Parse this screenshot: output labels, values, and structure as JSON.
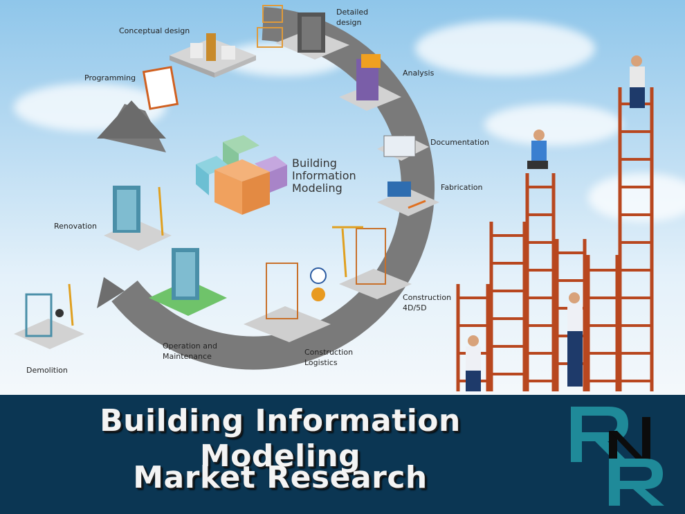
{
  "diagram": {
    "center_title": "Building\nInformation\nModeling",
    "stages": [
      {
        "id": "conceptual-design",
        "label": "Conceptual design"
      },
      {
        "id": "detailed-design",
        "label": "Detailed\ndesign"
      },
      {
        "id": "analysis",
        "label": "Analysis"
      },
      {
        "id": "documentation",
        "label": "Documentation"
      },
      {
        "id": "fabrication",
        "label": "Fabrication"
      },
      {
        "id": "construction-4d5d",
        "label": "Construction\n4D/5D"
      },
      {
        "id": "construction-logistics",
        "label": "Construction\nLogistics"
      },
      {
        "id": "operation-maintenance",
        "label": "Operation and\nMaintenance"
      },
      {
        "id": "demolition",
        "label": "Demolition"
      },
      {
        "id": "renovation",
        "label": "Renovation"
      },
      {
        "id": "programming",
        "label": "Programming"
      }
    ]
  },
  "banner": {
    "line1": "Building Information Modeling",
    "line2": "Market Research",
    "logo_letters": "RNR"
  },
  "colors": {
    "banner_bg": "#0b3653",
    "ring": "#7a7a7a",
    "ladder": "#b8471f",
    "logo_teal": "#1f8a99"
  }
}
